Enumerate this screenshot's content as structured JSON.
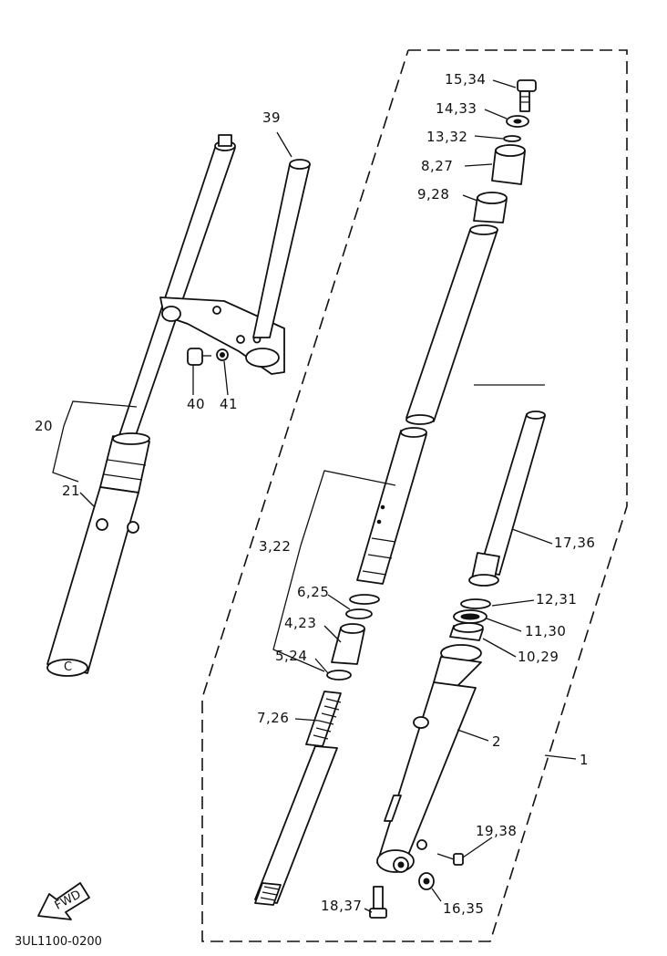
{
  "diagram": {
    "code_label": "3UL1100-0200",
    "fwd_label": "FWD",
    "callouts": [
      {
        "id": "c-15-34",
        "text": "15,34"
      },
      {
        "id": "c-14-33",
        "text": "14,33"
      },
      {
        "id": "c-13-32",
        "text": "13,32"
      },
      {
        "id": "c-8-27",
        "text": "8,27"
      },
      {
        "id": "c-9-28",
        "text": "9,28"
      },
      {
        "id": "c-39",
        "text": "39"
      },
      {
        "id": "c-40",
        "text": "40"
      },
      {
        "id": "c-41",
        "text": "41"
      },
      {
        "id": "c-20",
        "text": "20"
      },
      {
        "id": "c-21",
        "text": "21"
      },
      {
        "id": "c-3-22",
        "text": "3,22"
      },
      {
        "id": "c-6-25",
        "text": "6,25"
      },
      {
        "id": "c-4-23",
        "text": "4,23"
      },
      {
        "id": "c-5-24",
        "text": "5,24"
      },
      {
        "id": "c-7-26",
        "text": "7,26"
      },
      {
        "id": "c-17-36",
        "text": "17,36"
      },
      {
        "id": "c-12-31",
        "text": "12,31"
      },
      {
        "id": "c-11-30",
        "text": "11,30"
      },
      {
        "id": "c-10-29",
        "text": "10,29"
      },
      {
        "id": "c-2",
        "text": "2"
      },
      {
        "id": "c-1",
        "text": "1"
      },
      {
        "id": "c-19-38",
        "text": "19,38"
      },
      {
        "id": "c-16-35",
        "text": "16,35"
      },
      {
        "id": "c-18-37",
        "text": "18,37"
      }
    ]
  }
}
